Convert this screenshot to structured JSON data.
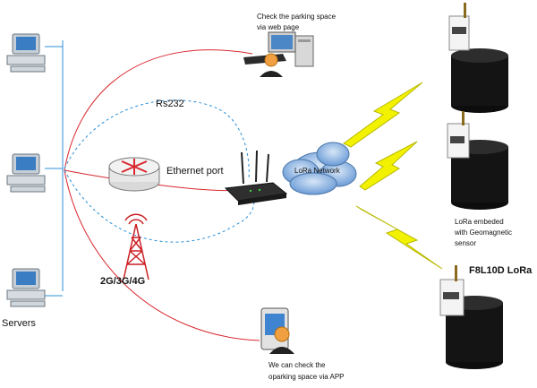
{
  "labels": {
    "servers": "Servers",
    "rs232": "Rs232",
    "ethernet_port": "Ethernet port",
    "cellular": "2G/3G/4G",
    "lora_network": "LoRa Network",
    "web_line1": "Check the parking space",
    "web_line2": "via web page",
    "app_line1": "We can check the",
    "app_line2": "oparking space via APP",
    "sensor_line1": "LoRa embeded",
    "sensor_line2": "with Geomagnetic",
    "sensor_line3": "sensor",
    "module_name": "F8L10D LoRa"
  },
  "colors": {
    "red_link": "#d9282f",
    "blue_link": "#2a8fd6",
    "lightning": "#f2f200",
    "sensor_body": "#141414",
    "cloud": "#4f86c8"
  }
}
